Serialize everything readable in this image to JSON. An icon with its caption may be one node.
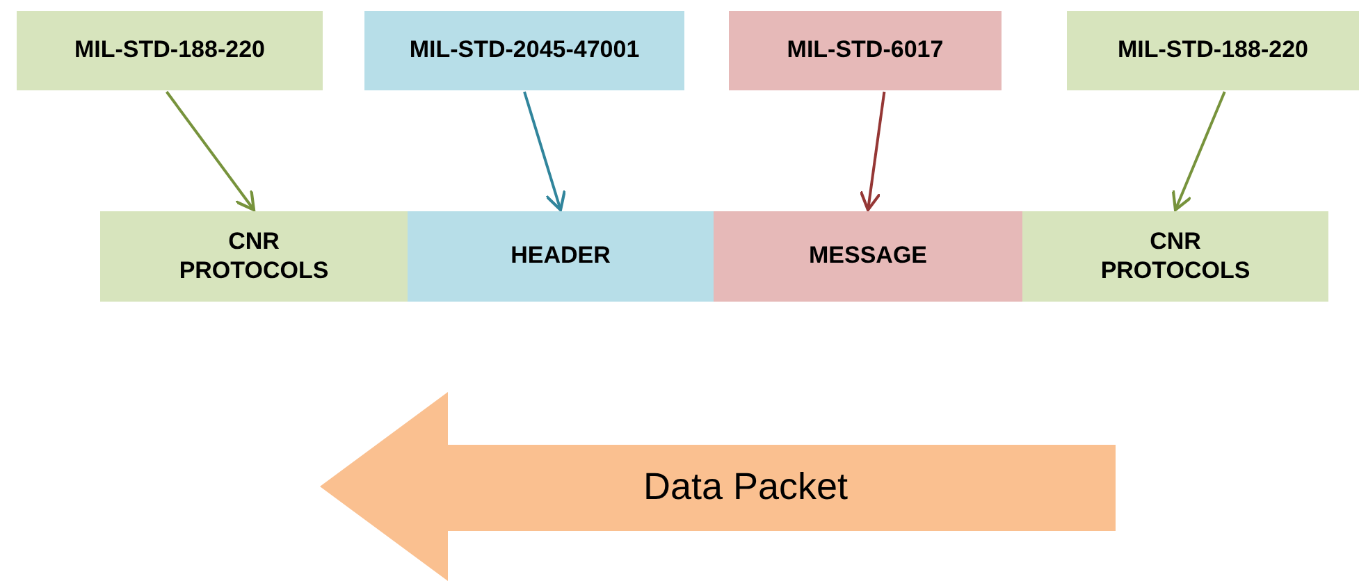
{
  "diagram": {
    "nodes": [
      {
        "text": [
          "MIL-STD-188-220"
        ]
      },
      {
        "text": [
          "MIL-STD-2045-47001"
        ]
      },
      {
        "text": [
          "MIL-STD-6017"
        ]
      },
      {
        "text": [
          "MIL-STD-188-220"
        ]
      },
      {
        "text": [
          "CNR PROTOCOLS"
        ]
      },
      {
        "text": [
          "HEADER"
        ]
      },
      {
        "text": [
          "MESSAGE"
        ]
      },
      {
        "text": [
          "CNR PROTOCOLS"
        ]
      },
      {
        "text": [
          "Data Packet"
        ]
      }
    ],
    "edges": [
      {
        "from": 0,
        "to": 4,
        "arrow": "to",
        "color": "#77933c"
      },
      {
        "from": 1,
        "to": 5,
        "arrow": "to",
        "color": "#31859c"
      },
      {
        "from": 2,
        "to": 6,
        "arrow": "to",
        "color": "#953735"
      },
      {
        "from": 3,
        "to": 7,
        "arrow": "to",
        "color": "#77933c"
      }
    ]
  }
}
